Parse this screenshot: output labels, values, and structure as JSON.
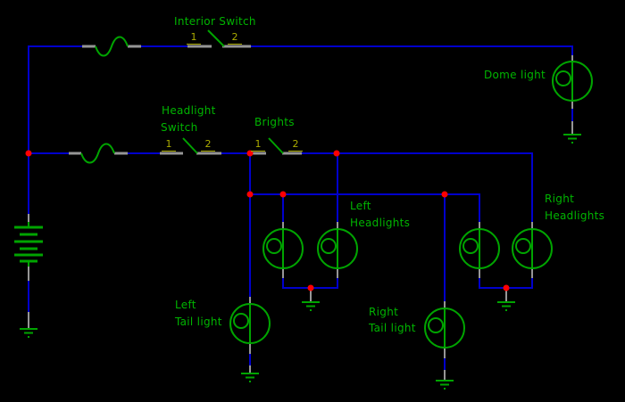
{
  "title": "Automotive lighting circuit schematic",
  "colors": {
    "background": "#000000",
    "wire": "#0000CC",
    "component": "#00A400",
    "text": "#00B400",
    "terminal": "#969696",
    "junction": "#FF0000",
    "pin": "#ACAC00"
  },
  "labels": {
    "interior_switch": "Interior Switch",
    "headlight_switch_line1": "Headlight",
    "headlight_switch_line2": "Switch",
    "brights": "Brights",
    "dome_light": "Dome light",
    "left_headlights_line1": "Left",
    "left_headlights_line2": "Headlights",
    "right_headlights_line1": "Right",
    "right_headlights_line2": "Headlights",
    "left_tail_line1": "Left",
    "left_tail_line2": "Tail light",
    "right_tail_line1": "Right",
    "right_tail_line2": "Tail light"
  },
  "pins": {
    "interior_switch": {
      "pin1": "1",
      "pin2": "2"
    },
    "headlight_switch": {
      "pin1": "1",
      "pin2": "2"
    },
    "brights_switch": {
      "pin1": "1",
      "pin2": "2"
    }
  },
  "components": {
    "battery": "battery",
    "fuses": [
      "interior-circuit-fuse",
      "headlight-circuit-fuse"
    ],
    "switches": [
      "interior-switch",
      "headlight-switch",
      "brights-switch"
    ],
    "lamps": [
      "dome-light",
      "left-headlight-outer",
      "left-headlight-inner",
      "right-headlight-inner",
      "right-headlight-outer",
      "left-tail-light",
      "right-tail-light"
    ],
    "grounds_count": 6,
    "junctions_count": 8
  }
}
